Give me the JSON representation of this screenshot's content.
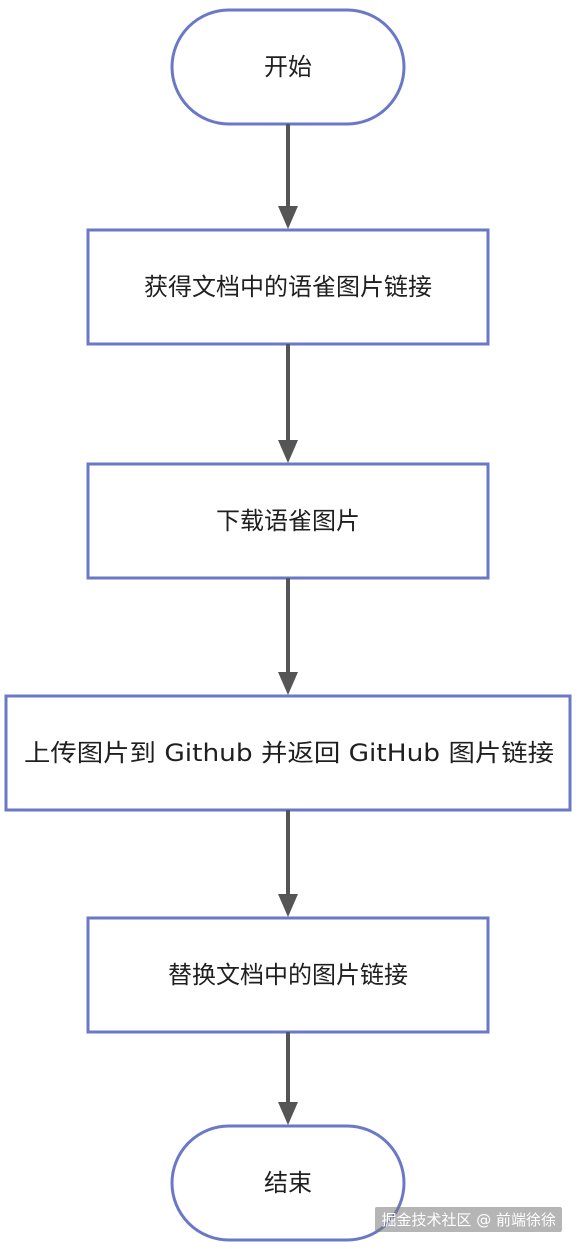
{
  "flowchart": {
    "nodes": [
      {
        "id": "start",
        "shape": "terminal",
        "label": "开始"
      },
      {
        "id": "get-links",
        "shape": "process",
        "label": "获得文档中的语雀图片链接"
      },
      {
        "id": "download",
        "shape": "process",
        "label": "下载语雀图片"
      },
      {
        "id": "upload",
        "shape": "process",
        "label": "上传图片到 Github 并返回 GitHub 图片链接"
      },
      {
        "id": "replace",
        "shape": "process",
        "label": "替换文档中的图片链接"
      },
      {
        "id": "end",
        "shape": "terminal",
        "label": "结束"
      }
    ],
    "edges": [
      {
        "from": "start",
        "to": "get-links"
      },
      {
        "from": "get-links",
        "to": "download"
      },
      {
        "from": "download",
        "to": "upload"
      },
      {
        "from": "upload",
        "to": "replace"
      },
      {
        "from": "replace",
        "to": "end"
      }
    ],
    "colors": {
      "node_border": "#6b78c8",
      "arrow": "#555555",
      "text": "#1f1f1f"
    }
  },
  "watermark": "掘金技术社区 @ 前端徐徐"
}
